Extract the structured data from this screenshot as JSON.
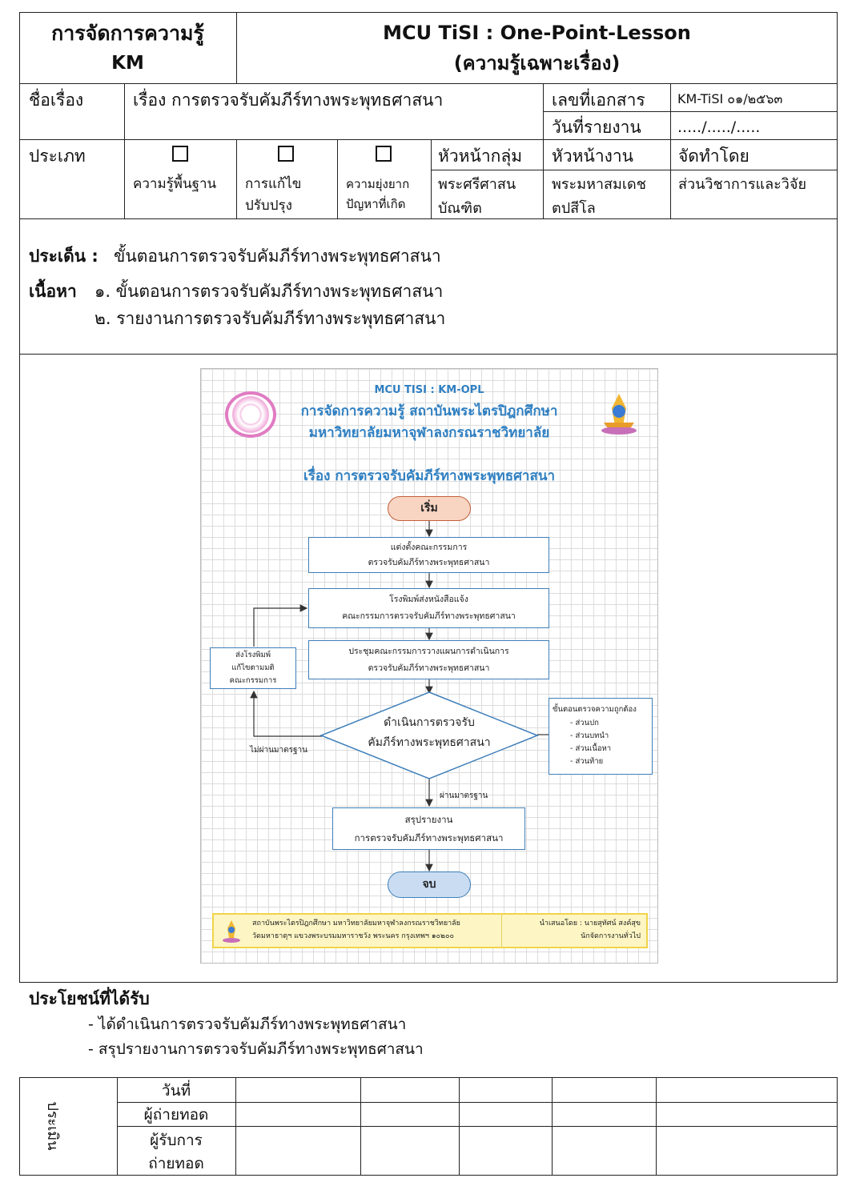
{
  "header": {
    "left_line1": "การจัดการความรู้",
    "left_line2": "KM",
    "right_line1": "MCU TiSI : One-Point-Lesson",
    "right_line2": "(ความรู้เฉพาะเรื่อง)"
  },
  "info": {
    "title_label": "ชื่อเรื่อง",
    "title_value": "เรื่อง การตรวจรับคัมภีร์ทางพระพุทธศาสนา",
    "doc_no_label": "เลขที่เอกสาร",
    "doc_no_value": "KM-TiSI ๐๑/๒๕๖๓",
    "report_date_label": "วันที่รายงาน",
    "report_date_value": "...../...../....."
  },
  "type_row": {
    "type_label": "ประเภท",
    "opt1": "ความรู้พื้นฐาน",
    "opt2_line1": "การแก้ไข",
    "opt2_line2": "ปรับปรุง",
    "opt3_line1": "ความยุ่งยาก",
    "opt3_line2": "ปัญหาที่เกิด",
    "group_head_label": "หัวหน้ากลุ่ม",
    "group_head_line1": "พระศรีศาสน",
    "group_head_line2": "บัณฑิต",
    "unit_head_label": "หัวหน้างาน",
    "unit_head_line1": "พระมหาสมเดช",
    "unit_head_line2": "ตปสีโล",
    "made_by_label": "จัดทำโดย",
    "made_by_value": "ส่วนวิชาการและวิจัย"
  },
  "topic": {
    "issue_label": "ประเด็น :",
    "issue_value": "ขั้นตอนการตรวจรับคัมภีร์ทางพระพุทธศาสนา",
    "content_label": "เนื้อหา",
    "item1": "๑. ขั้นตอนการตรวจรับคัมภีร์ทางพระพุทธศาสนา",
    "item2": "๒. รายงานการตรวจรับคัมภีร์ทางพระพุทธศาสนา"
  },
  "poster": {
    "code": "MCU TISI : KM-OPL",
    "line1": "การจัดการความรู้ สถาบันพระไตรปิฎกศึกษา",
    "line2": "มหาวิทยาลัยมหาจุฬาลงกรณราชวิทยาลัย",
    "subject": "เรื่อง   การตรวจรับคัมภีร์ทางพระพุทธศาสนา",
    "start": "เริ่ม",
    "step1_line1": "แต่งตั้งคณะกรรมการ",
    "step1_line2": "ตรวจรับคัมภีร์ทางพระพุทธศาสนา",
    "step2_line1": "โรงพิมพ์ส่งหนังสือแจ้ง",
    "step2_line2": "คณะกรรมการตรวจรับคัมภีร์ทางพระพุทธศาสนา",
    "step3_line1": "ประชุมคณะกรรมการวางแผนการดำเนินการ",
    "step3_line2": "ตรวจรับคัมภีร์ทางพระพุทธศาสนา",
    "side_line1": "ส่งโรงพิมพ์",
    "side_line2": "แก้ไขตามมติ",
    "side_line3": "คณะกรรมการ",
    "decision_line1": "ดำเนินการตรวจรับ",
    "decision_line2": "คัมภีร์ทางพระพุทธศาสนา",
    "fail_label": "ไม่ผ่านมาตรฐาน",
    "pass_label": "ผ่านมาตรฐาน",
    "check_title": "ขั้นตอนตรวจความถูกต้อง",
    "check_items": [
      "- ส่วนปก",
      "- ส่วนบทนำ",
      "- ส่วนเนื้อหา",
      "- ส่วนท้าย"
    ],
    "step4_line1": "สรุปรายงาน",
    "step4_line2": "การตรวจรับคัมภีร์ทางพระพุทธศาสนา",
    "end": "จบ",
    "footer_left_line1": "สถาบันพระไตรปิฎกศึกษา มหาวิทยาลัยมหาจุฬาลงกรณราชวิทยาลัย",
    "footer_left_line2": "วัดมหาธาตุฯ แขวงพระบรมมหาราชวัง พระนคร กรุงเทพฯ ๑๐๒๐๐",
    "footer_right_line1": "นำเสนอโดย : นายสุทัศน์ สงค์สุข",
    "footer_right_line2": "นักจัดการงานทั่วไป"
  },
  "benefits": {
    "title": "ประโยชน์ที่ได้รับ",
    "items": [
      "- ได้ดำเนินการตรวจรับคัมภีร์ทางพระพุทธศาสนา",
      "- สรุปรายงานการตรวจรับคัมภีร์ทางพระพุทธศาสนา"
    ]
  },
  "eval_table": {
    "side_label": "ประเมิน",
    "row1": "วันที่",
    "row2": "ผู้ถ่ายทอด",
    "row3_line1": "ผู้รับการ",
    "row3_line2": "ถ่ายทอด"
  },
  "colors": {
    "border": "#222222",
    "poster_title": "#2f7fc1",
    "flow_border": "#3f7fb8",
    "start_fill": "#f8d5c2",
    "end_fill": "#c9dcf2",
    "footer_fill": "#fdf6c4"
  }
}
